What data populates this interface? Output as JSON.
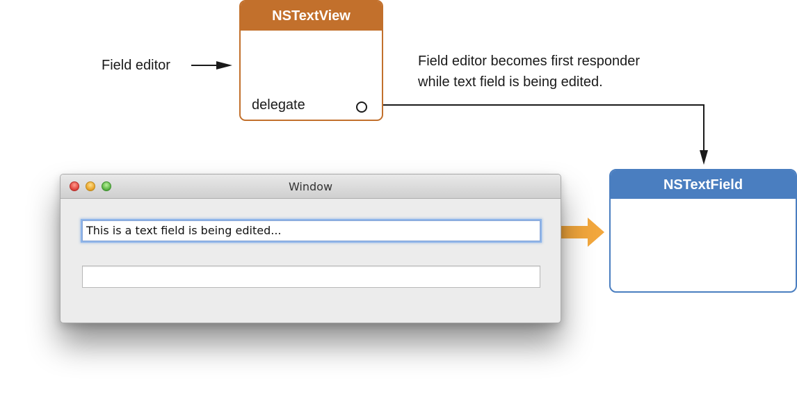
{
  "text_view": {
    "title": "NSTextView",
    "delegate_label": "delegate",
    "header_color": "#c2702c"
  },
  "text_field": {
    "title": "NSTextField",
    "header_color": "#4a7ec0"
  },
  "labels": {
    "field_editor": "Field editor",
    "note_line1": "Field editor becomes first responder",
    "note_line2": "while text field is being edited."
  },
  "window": {
    "title": "Window",
    "field1_value": "This is a text field is being edited...",
    "field2_value": ""
  },
  "colors": {
    "highlight_arrow": "#f2a73d",
    "focus_ring": "#8db5ea"
  },
  "icons": [
    "close-button",
    "minimize-button",
    "zoom-button",
    "arrow-icon",
    "outlet-circle-icon"
  ]
}
